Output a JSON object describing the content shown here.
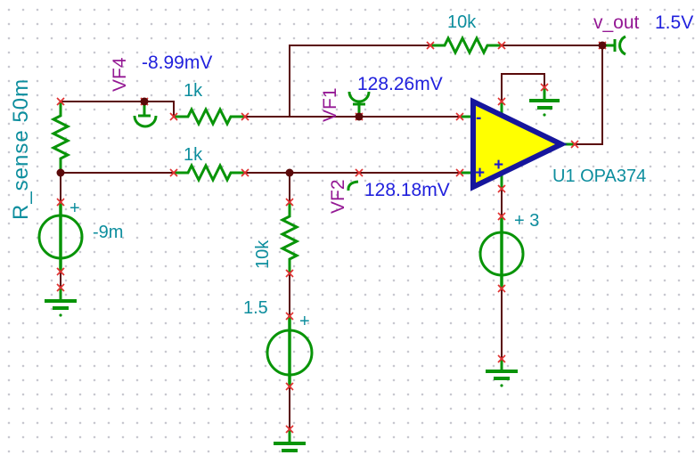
{
  "colors": {
    "background": "#ffffff",
    "grid-dot": "#c8c8d0",
    "wire": "#5a0a0a",
    "component": "#089408",
    "terminal": "#e03131",
    "label-teal": "#0d8e9e",
    "value-blue": "#2121dd",
    "probe-purple": "#941894",
    "opamp-fill": "#ffff00",
    "opamp-border": "#16169c",
    "opamp-sign": "#1a1acc"
  },
  "components": {
    "r_sense": "R_sense 50m",
    "r_in_top": "1k",
    "r_in_bottom": "1k",
    "r_feedback": "10k",
    "r_gain": "10k",
    "v_in_value": "-9m",
    "v_in_plus": "+",
    "v_bias_value": "1.5",
    "v_bias_plus": "+",
    "v_supply_value": "+ 3",
    "opamp_ref": "U1 OPA374",
    "opamp_minus": "-",
    "opamp_plus": "+",
    "opamp_supply_plus": "+"
  },
  "probes": {
    "vf4_name": "VF4",
    "vf4_value": "-8.99mV",
    "vf1_name": "VF1",
    "vf1_value": "128.26mV",
    "vf2_name": "VF2",
    "vf2_value": "128.18mV",
    "vout_name": "v_out",
    "vout_value": "1.5V"
  }
}
